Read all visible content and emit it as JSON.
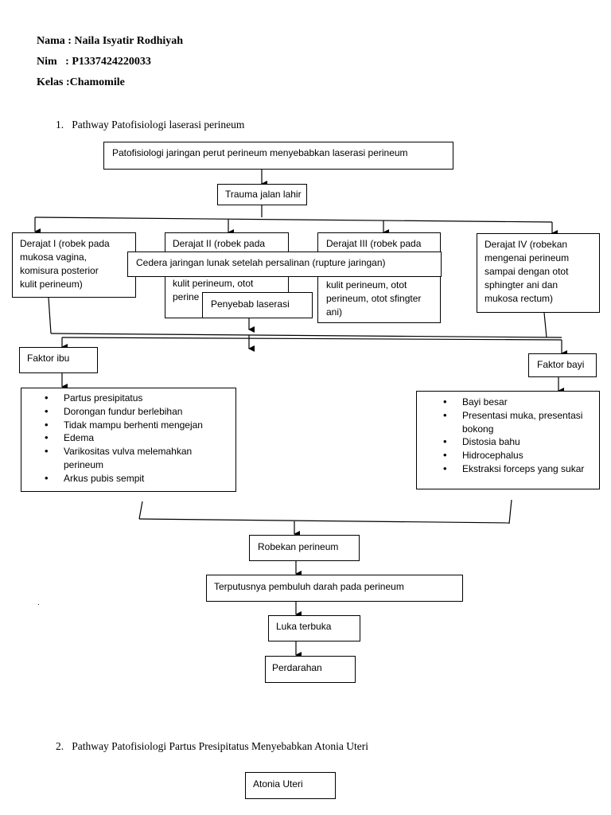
{
  "header": {
    "nama": "Nama : Naila Isyatir Rodhiyah",
    "nim": "Nim   : P1337424220033",
    "kelas": "Kelas :Chamomile"
  },
  "sections": {
    "s1": "1.   Pathway Patofisiologi laserasi perineum",
    "s2": "2.   Pathway Patofisiologi Partus Presipitatus Menyebabkan Atonia Uteri"
  },
  "diagram1": {
    "root": "Patofisiologi jaringan perut perineum menyebabkan laserasi perineum",
    "trauma": "Trauma jalan lahir",
    "derajat1": [
      "Derajat I (robek pada",
      "mukosa vagina,",
      "komisura posterior",
      "kulit perineum)"
    ],
    "derajat2_top": "Derajat II (robek pada",
    "derajat2_bottom": [
      "kulit perineum, otot",
      "perine"
    ],
    "derajat3_top": "Derajat III (robek pada",
    "derajat3_bottom": [
      "kulit perineum, otot",
      "perineum, otot sfingter",
      "ani)"
    ],
    "derajat4": [
      "Derajat IV (robekan",
      "mengenai perineum",
      "sampai dengan otot",
      "sphingter ani dan",
      "mukosa rectum)"
    ],
    "cedera": "Cedera jaringan lunak setelah persalinan (rupture jaringan)",
    "penyebab": "Penyebab laserasi",
    "faktor_ibu": "Faktor ibu",
    "faktor_bayi": "Faktor bayi",
    "ibu_items": [
      "Partus presipitatus",
      "Dorongan fundur berlebihan",
      "Tidak mampu berhenti mengejan",
      "Edema",
      "Varikositas vulva melemahkan",
      "perineum",
      "Arkus pubis sempit"
    ],
    "bayi_items": [
      "Bayi besar",
      "Presentasi muka, presentasi",
      "bokong",
      "Distosia bahu",
      "Hidrocephalus",
      "Ekstraksi forceps yang sukar"
    ],
    "robekan": "Robekan perineum",
    "terputus": "Terputusnya pembuluh darah pada perineum",
    "luka": "Luka terbuka",
    "perdarahan": "Perdarahan"
  },
  "diagram2": {
    "atonia": "Atonia Uteri"
  }
}
